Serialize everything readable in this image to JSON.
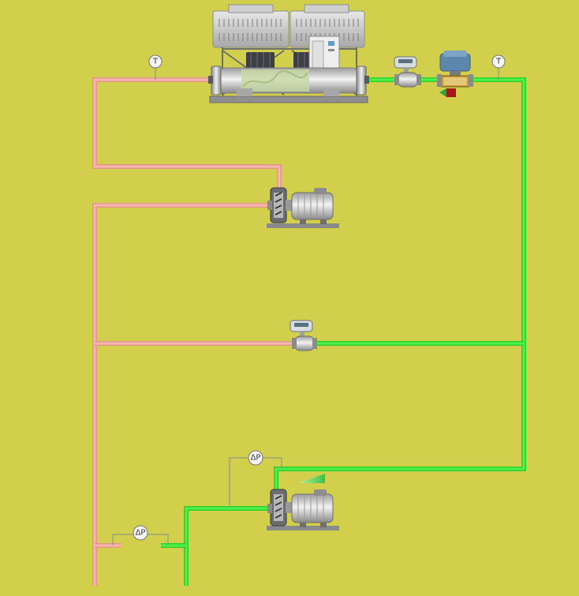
{
  "colors": {
    "background": "#d1cf4c",
    "return_pipe": "#f7b6ae",
    "return_pipe_edge": "#e3968c",
    "supply_pipe": "#4ef04a",
    "supply_pipe_edge": "#2fd02c",
    "equipment_grey": "#c8c8c8",
    "valve_indicator": "#a01818",
    "flow_indicator": "#37c44a"
  },
  "sensors": {
    "temp_symbol": "T",
    "dp_symbol": "ΔP"
  },
  "equipment": [
    {
      "name": "chiller",
      "icon": "chiller-icon"
    },
    {
      "name": "supply-flow-meter",
      "icon": "flow-meter-icon"
    },
    {
      "name": "supply-control-valve",
      "icon": "control-valve-icon"
    },
    {
      "name": "primary-pump",
      "icon": "pump-icon"
    },
    {
      "name": "bypass-flow-meter",
      "icon": "flow-meter-icon"
    },
    {
      "name": "secondary-pump",
      "icon": "pump-icon"
    }
  ]
}
